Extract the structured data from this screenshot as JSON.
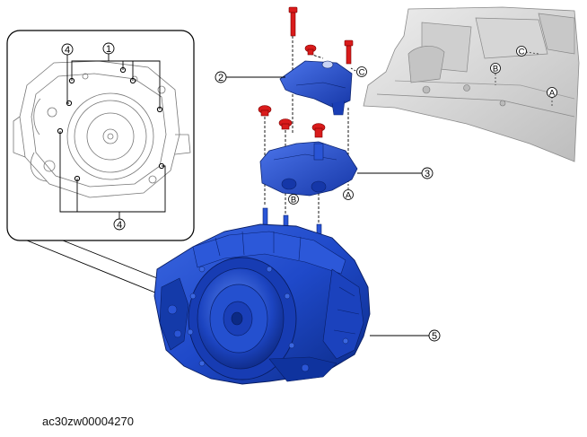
{
  "figure_code": "ac30zw00004270",
  "callouts": {
    "c1": "1",
    "c2": "2",
    "c3": "3",
    "c4_top": "4",
    "c4_bottom": "4",
    "c5": "5"
  },
  "letters": {
    "A_mount": "A",
    "B_mount": "B",
    "C_bracket": "C",
    "A_frame": "A",
    "B_frame": "B",
    "C_frame": "C"
  },
  "colors": {
    "transmission_blue": "#1f49c9",
    "transmission_dark": "#0d2a7a",
    "mount_blue": "#2a55d6",
    "bolt_red": "#d91b1b",
    "frame_gray": "#d9d9d9",
    "line_color": "#000000"
  }
}
